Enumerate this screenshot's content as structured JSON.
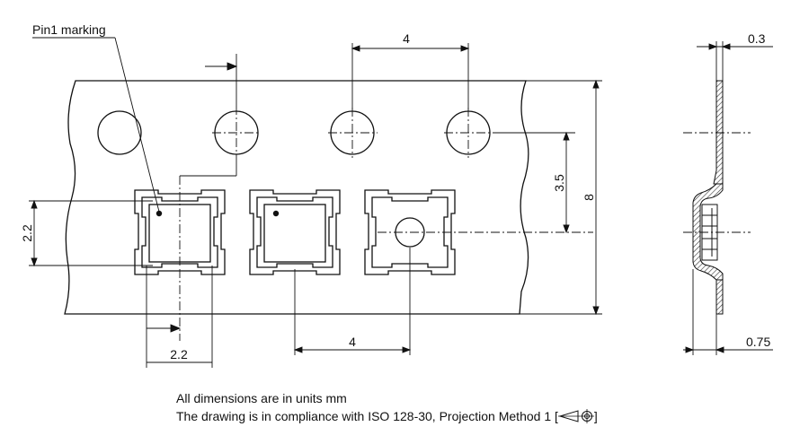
{
  "labels": {
    "pin1": "Pin1 marking",
    "pitch_top": "4",
    "hole_to_cavity": "3.5",
    "tape_width": "8",
    "cavity_height": "2.2",
    "cavity_width": "2.2",
    "pitch_bottom": "4",
    "tape_thickness": "0.3",
    "cavity_depth": "0.75"
  },
  "notes": {
    "line1": "All dimensions are in units mm",
    "line2": "The drawing is in compliance with ISO 128-30, Projection Method 1 [",
    "line2_end": "]"
  },
  "colors": {
    "line": "#111111",
    "hatch": "#333333"
  }
}
